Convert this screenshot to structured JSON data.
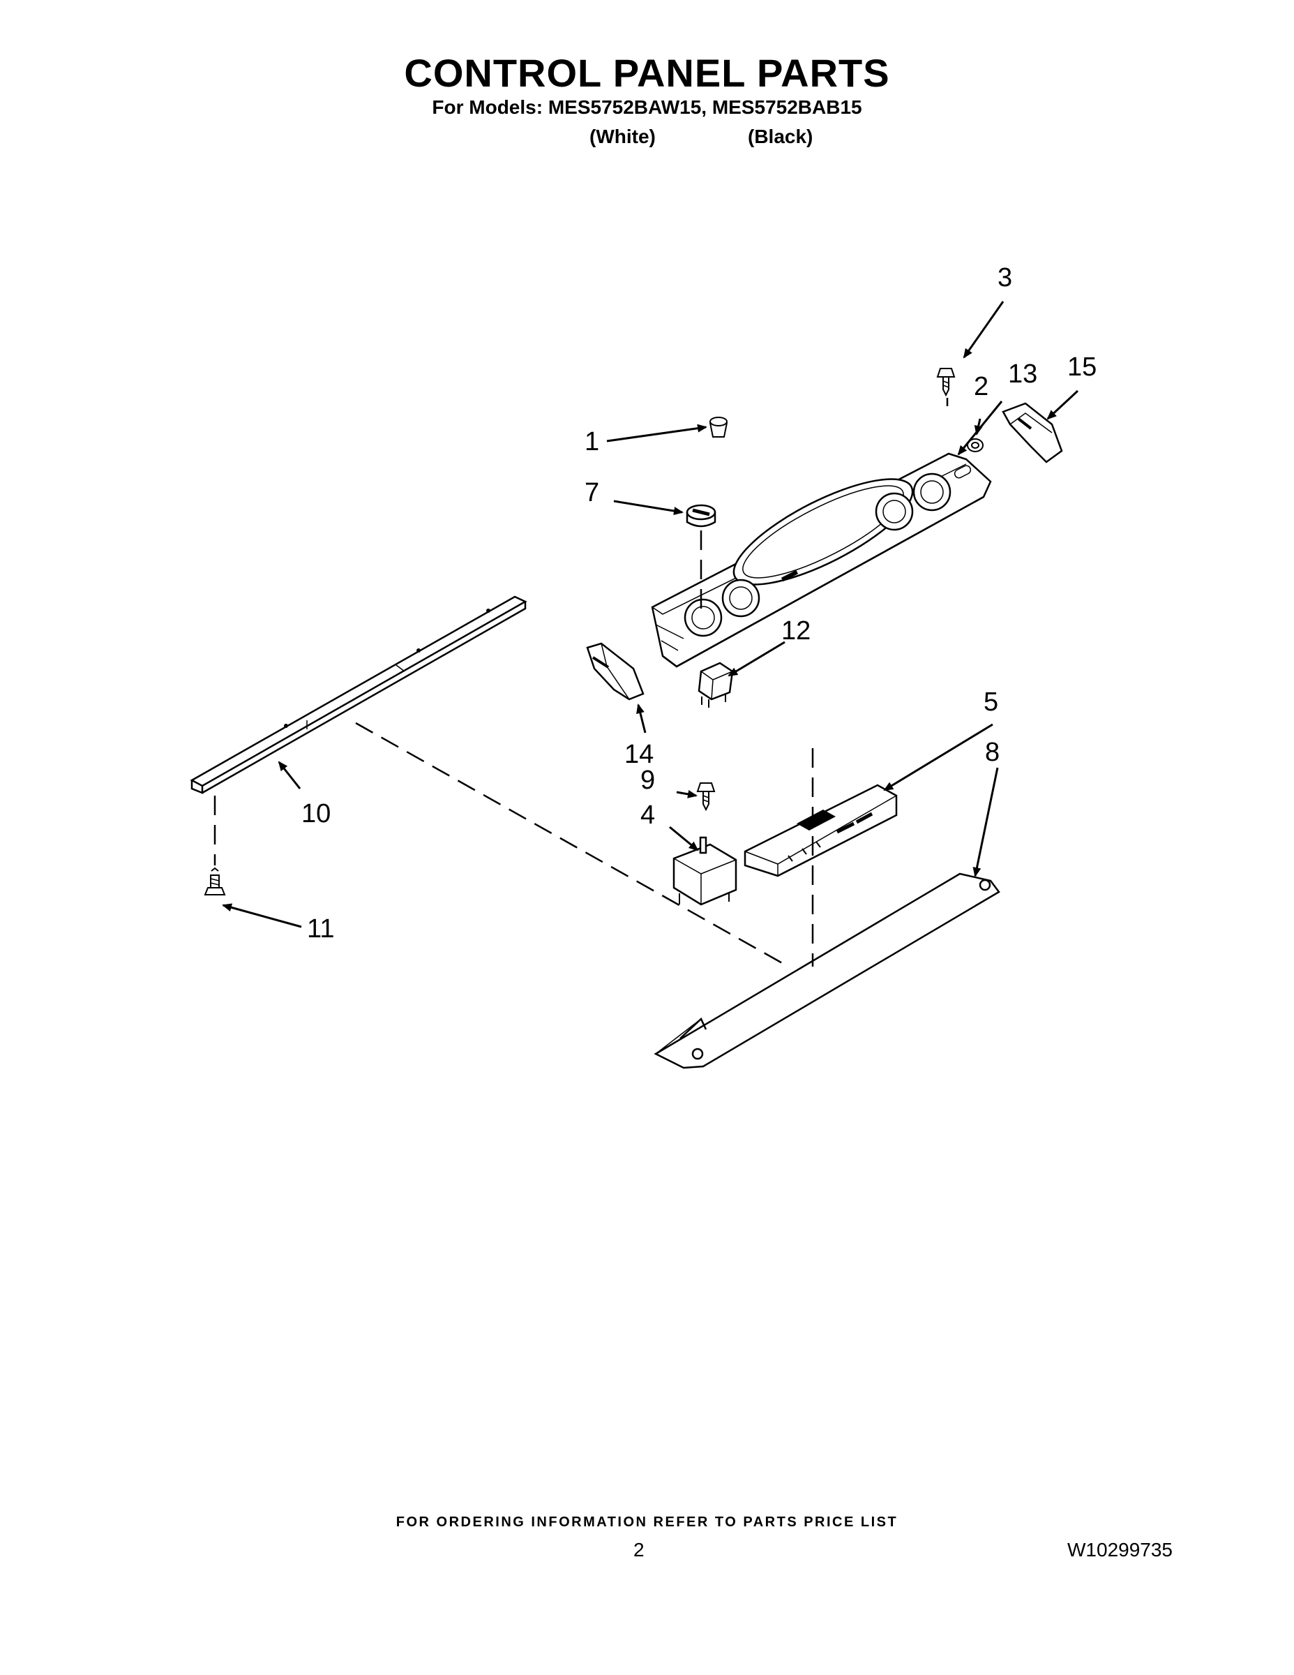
{
  "header": {
    "title": "CONTROL PANEL PARTS",
    "models_line": "For Models: MES5752BAW15, MES5752BAB15",
    "color_white": "(White)",
    "color_black": "(Black)"
  },
  "callouts": [
    "1",
    "2",
    "3",
    "4",
    "5",
    "7",
    "8",
    "9",
    "10",
    "11",
    "12",
    "13",
    "14",
    "15"
  ],
  "footer": {
    "ordering_note": "FOR ORDERING INFORMATION REFER TO PARTS PRICE LIST",
    "page_number": "2",
    "document_number": "W10299735"
  }
}
